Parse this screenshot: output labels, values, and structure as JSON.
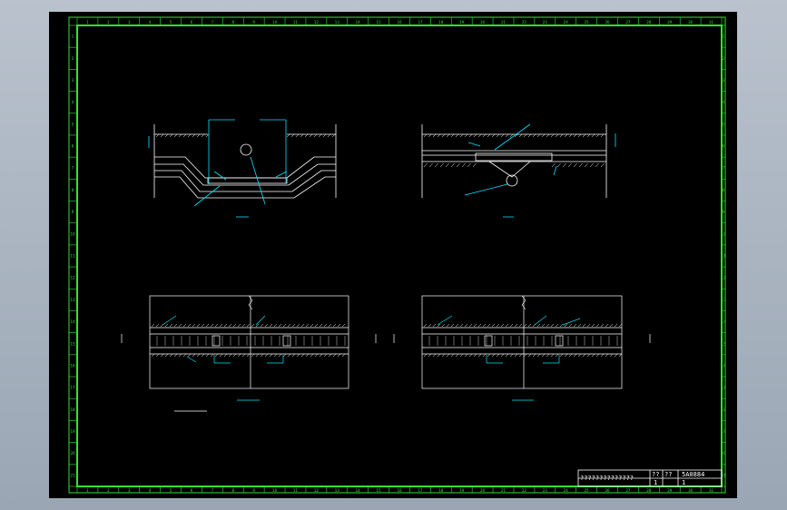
{
  "title_block": {
    "title": "??????????????",
    "label_a": "??",
    "label_b": "??",
    "code": "5A0884",
    "sheet_a": "1",
    "sheet_b": "1"
  },
  "frame": {
    "ruler_numbers": [
      "1",
      "2",
      "3",
      "4",
      "5",
      "6",
      "7",
      "8",
      "9",
      "10",
      "11",
      "12",
      "13",
      "14",
      "15",
      "16",
      "17",
      "18",
      "19",
      "20",
      "21",
      "22",
      "23",
      "24",
      "25",
      "26",
      "27",
      "28",
      "29",
      "30",
      "31"
    ],
    "side_numbers": [
      "1",
      "2",
      "3",
      "4",
      "5",
      "6",
      "7",
      "8",
      "9",
      "10",
      "11",
      "12",
      "13",
      "14",
      "15",
      "16",
      "17",
      "18",
      "19",
      "20",
      "21"
    ]
  },
  "colors": {
    "viewport_bg": "#000000",
    "frame_green": "#2ee52e",
    "line_white": "#ffffff",
    "dim_cyan": "#00e5ff",
    "text_white": "#ffffff",
    "text_green": "#5cd65c"
  }
}
